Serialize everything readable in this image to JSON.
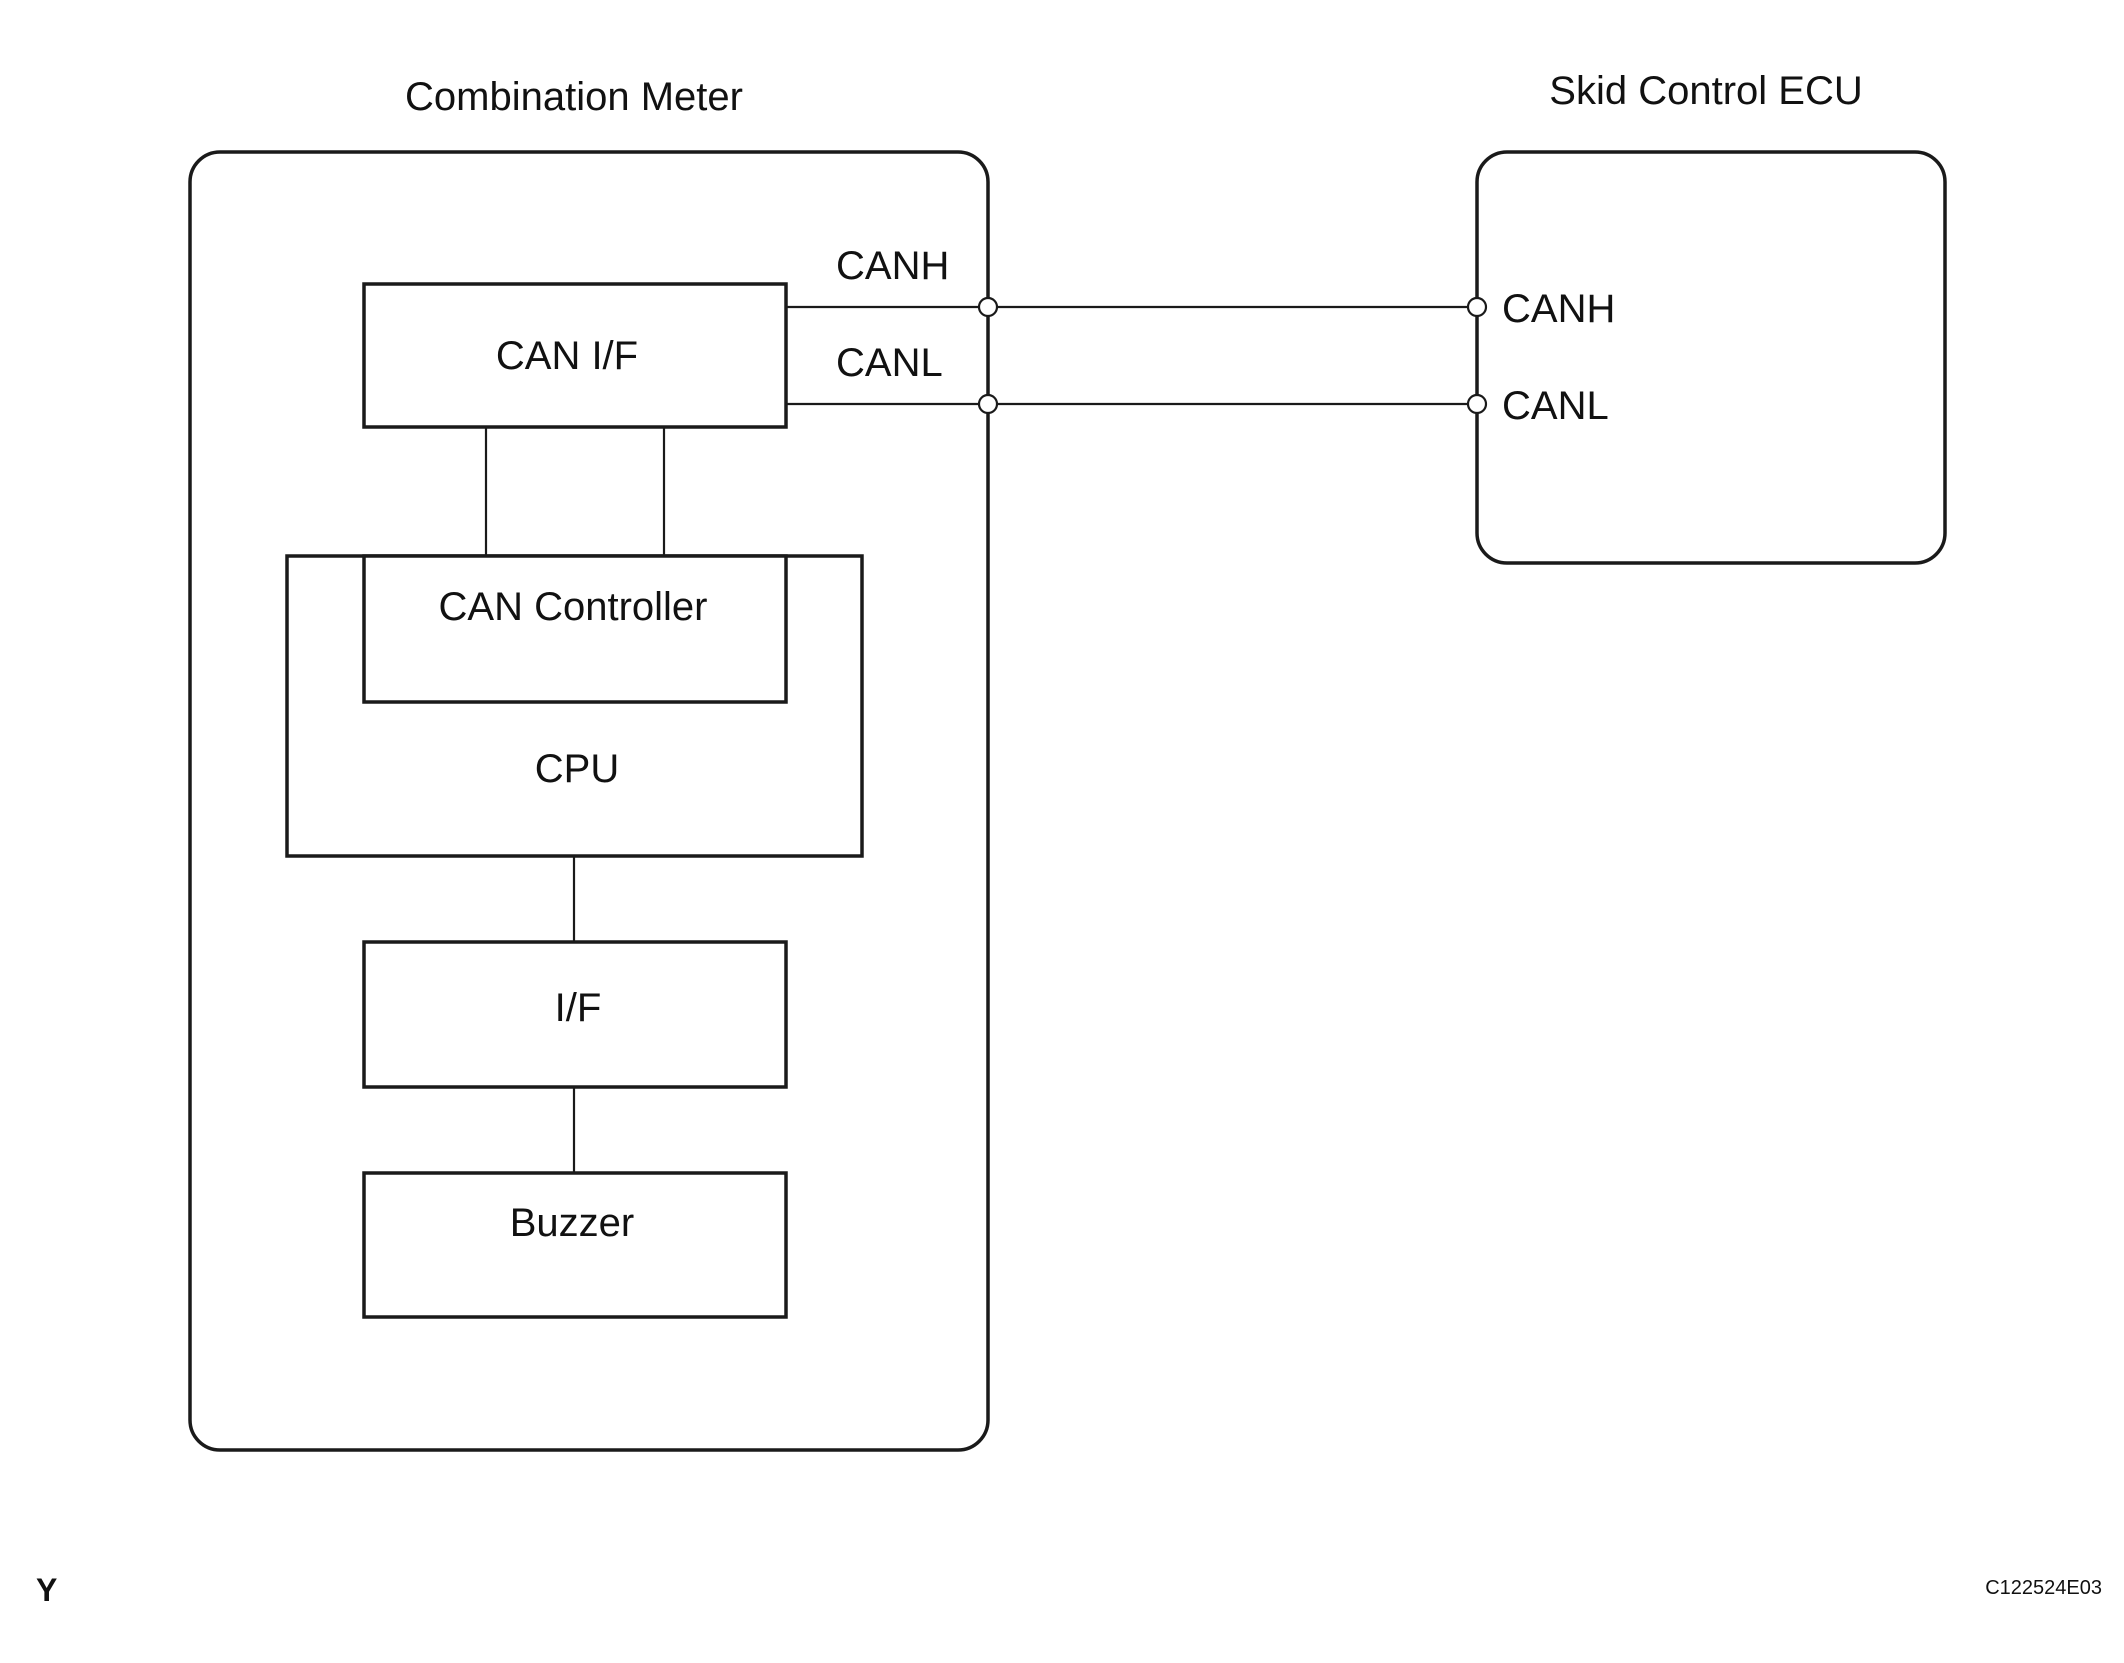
{
  "combination_meter": {
    "title": "Combination Meter",
    "can_if": "CAN I/F",
    "can_controller": "CAN Controller",
    "cpu": "CPU",
    "if_block": "I/F",
    "buzzer": "Buzzer",
    "canh_label": "CANH",
    "canl_label": "CANL"
  },
  "skid_control_ecu": {
    "title": "Skid Control ECU",
    "canh_label": "CANH",
    "canl_label": "CANL"
  },
  "footer": {
    "corner_mark": "Y",
    "figure_code": "C122524E03"
  }
}
